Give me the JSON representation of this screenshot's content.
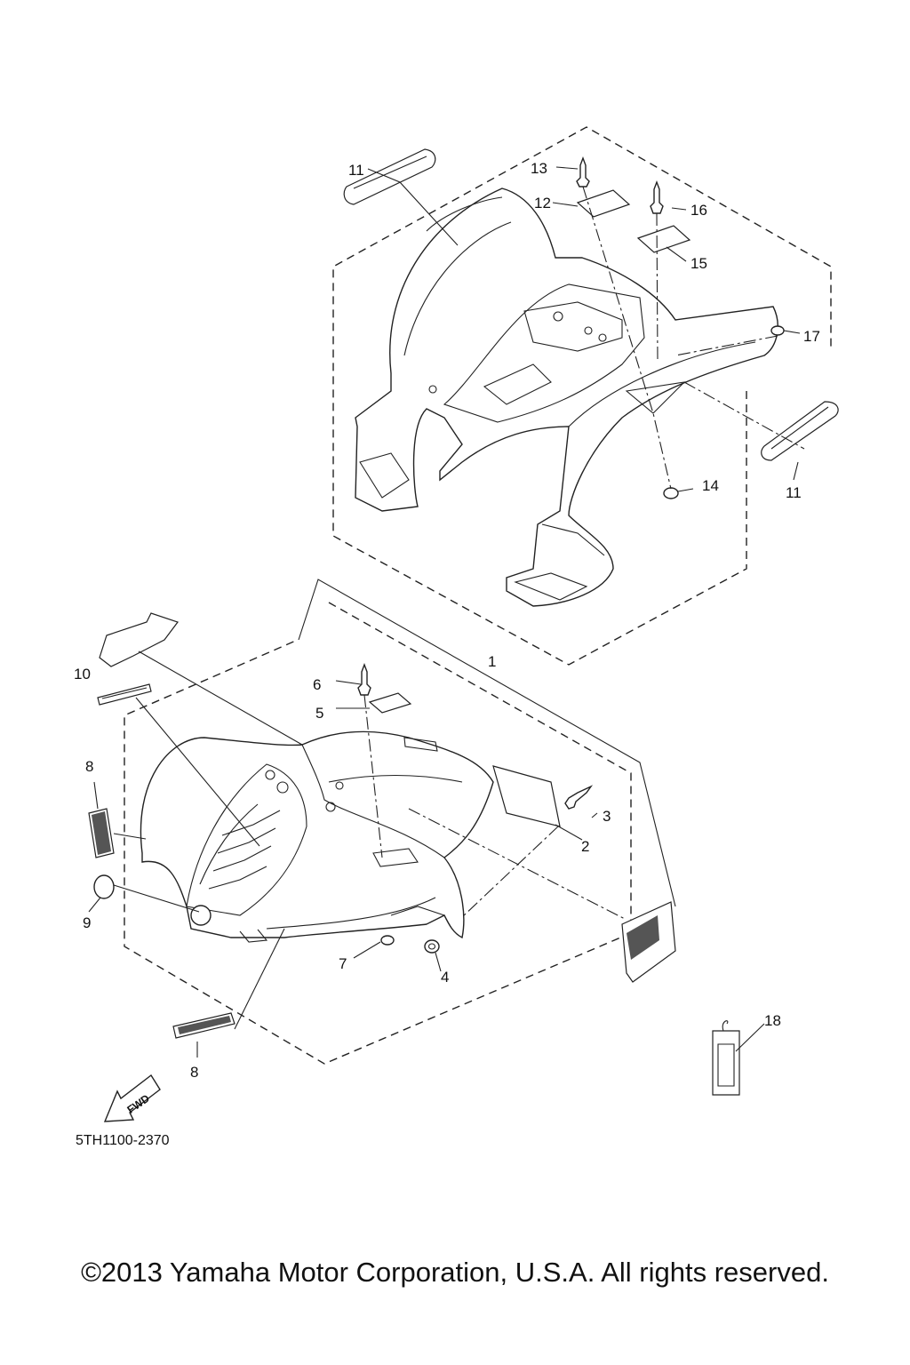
{
  "callouts": {
    "c1": "1",
    "c2": "2",
    "c3": "3",
    "c4": "4",
    "c5": "5",
    "c6": "6",
    "c7": "7",
    "c8a": "8",
    "c8b": "8",
    "c9": "9",
    "c10": "10",
    "c11a": "11",
    "c11b": "11",
    "c12": "12",
    "c13": "13",
    "c14": "14",
    "c15": "15",
    "c16": "16",
    "c17": "17",
    "c18": "18"
  },
  "fwd_label": "FWD",
  "drawing_code": "5TH1100-2370",
  "copyright": "©2013 Yamaha Motor Corporation, U.S.A. All rights reserved."
}
